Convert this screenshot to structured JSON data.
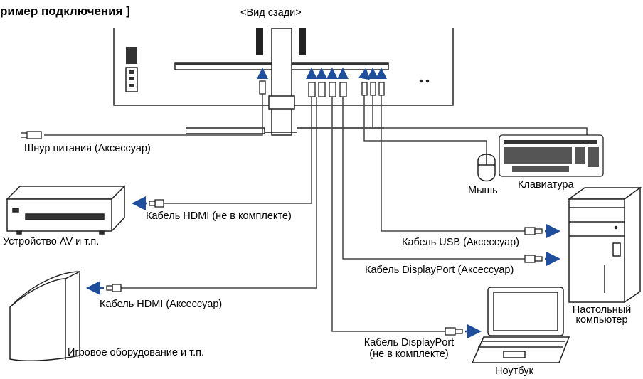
{
  "title": "ример подключения ]",
  "view_label": "<Вид сзади>",
  "labels": {
    "power_cord": "Шнур питания (Аксессуар)",
    "av_device": "Устройство AV и т.п.",
    "hdmi_not_included": "Кабель HDMI (не в комплекте)",
    "hdmi_accessory": "Кабель HDMI (Аксессуар)",
    "game_equipment": "Игровое оборудование и т.п.",
    "mouse": "Мышь",
    "keyboard": "Клавиатура",
    "usb_cable": "Кабель USB (Аксессуар)",
    "dp_accessory": "Кабель DisplayPort (Аксессуар)",
    "dp_not_included_line1": "Кабель DisplayPort",
    "dp_not_included_line2": "(не в комплекте)",
    "desktop_line1": "Настольный",
    "desktop_line2": "компьютер",
    "laptop": "Ноутбук"
  },
  "colors": {
    "arrow": "#1f4e9c",
    "line": "#444444"
  },
  "icons": [
    "monitor-back-illustration",
    "av-device-icon",
    "game-console-icon",
    "keyboard-icon",
    "mouse-icon",
    "desktop-pc-icon",
    "laptop-icon",
    "power-plug-icon"
  ]
}
